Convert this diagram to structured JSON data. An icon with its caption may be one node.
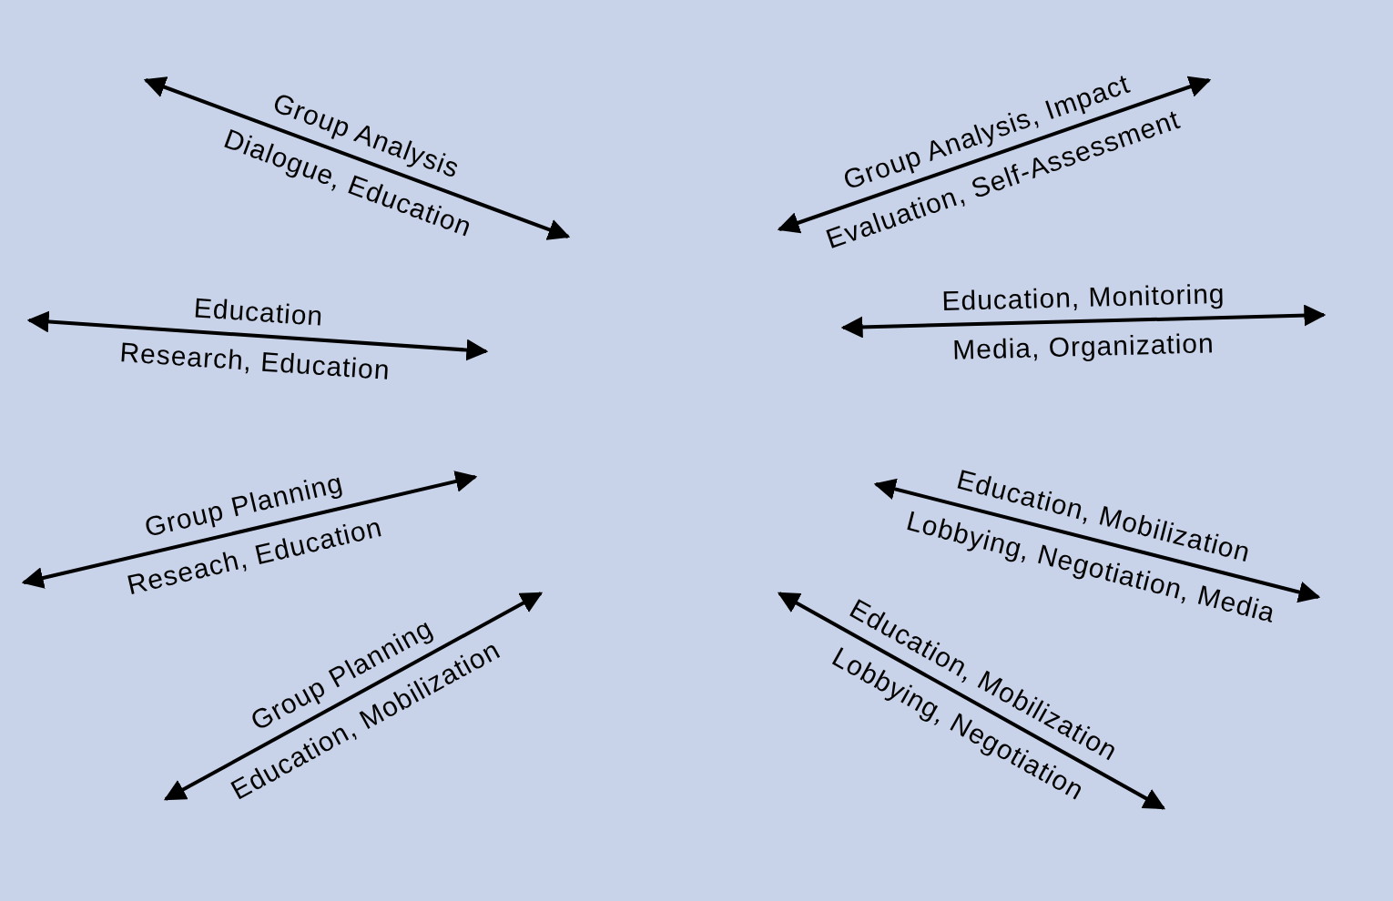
{
  "diagram": {
    "labels": [
      "Group Analysis",
      "Dialogue, Education",
      "Education",
      "Research, Education",
      "Group Planning",
      "Reseach, Education",
      "Group Planning",
      "Education, Mobilization",
      "Group Analysis, Impact",
      "Evaluation, Self-Assessment",
      "Education, Monitoring",
      "Media, Organization",
      "Education, Mobilization",
      "Lobbying, Negotiation, Media",
      "Education, Mobilization",
      "Lobbying, Negotiation"
    ]
  }
}
